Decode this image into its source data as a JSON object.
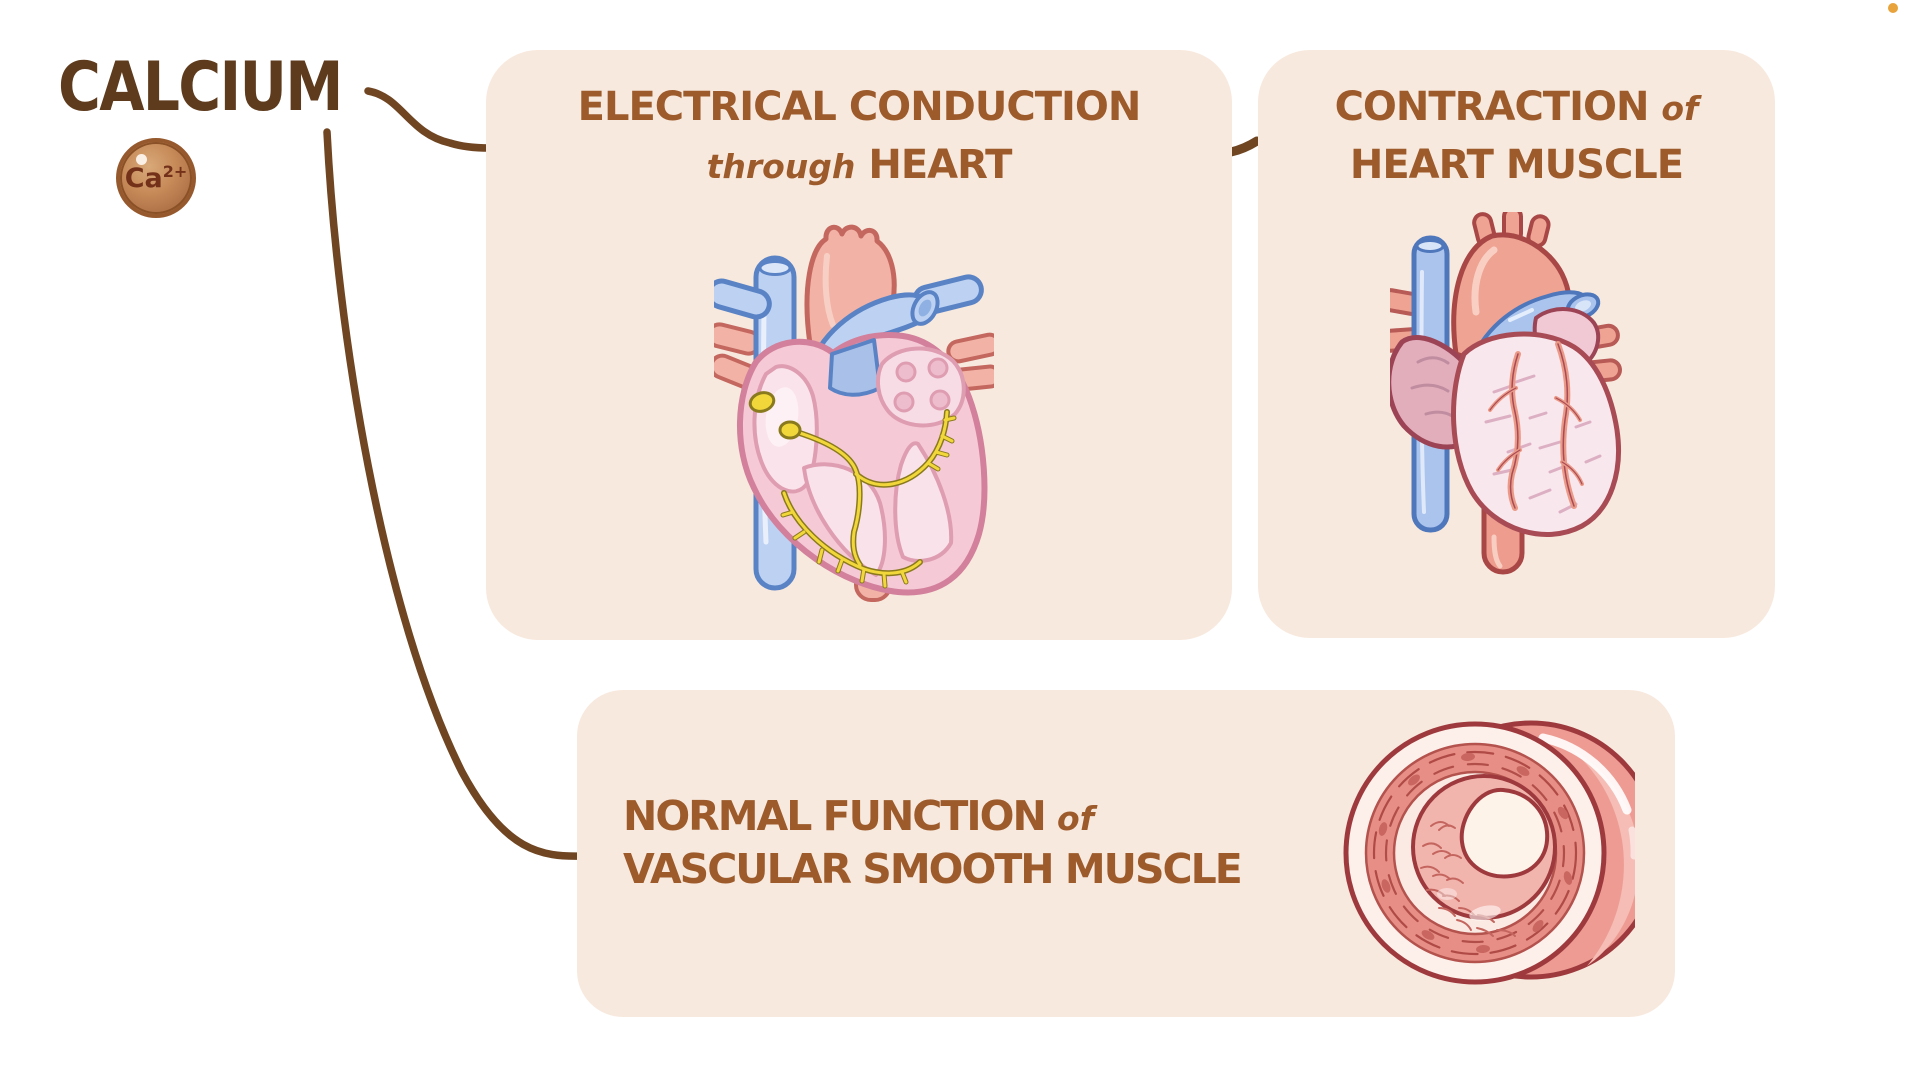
{
  "page": {
    "background": "#ffffff"
  },
  "header": {
    "title": "CALCIUM",
    "ion": {
      "symbol": "Ca",
      "charge": "2+"
    }
  },
  "panels": [
    {
      "key": "electrical-conduction",
      "line1": "ELECTRICAL CONDUCTION",
      "small2": "through",
      "line2": "HEART",
      "illustration": "conduction-heart-illustration"
    },
    {
      "key": "heart-contraction",
      "line1": "CONTRACTION",
      "small1": "of",
      "line2": "HEART MUSCLE",
      "illustration": "contracting-heart-illustration"
    },
    {
      "key": "vascular-smooth-muscle",
      "line1": "NORMAL FUNCTION",
      "small1": "of",
      "line2": "VASCULAR SMOOTH MUSCLE",
      "illustration": "blood-vessel-illustration"
    }
  ],
  "connectors": [
    {
      "name": "calcium-to-conduction"
    },
    {
      "name": "calcium-to-vascular"
    },
    {
      "name": "conduction-to-contraction-dash"
    }
  ],
  "palette": {
    "panel_bg": "#f8e9de",
    "main_title_brown": "#5e3b1d",
    "panel_title_brown": "#9d5b2c",
    "connector_brown": "#6f4522",
    "accent_dot_orange": "#e8a33c",
    "conduction_yellow": "#f2d73b",
    "vessel_blue": "#bdd2f2",
    "heart_pink": "#f5c9d6",
    "artery_salmon": "#ee9c93",
    "ion_sphere_brown": "#c68a58"
  }
}
